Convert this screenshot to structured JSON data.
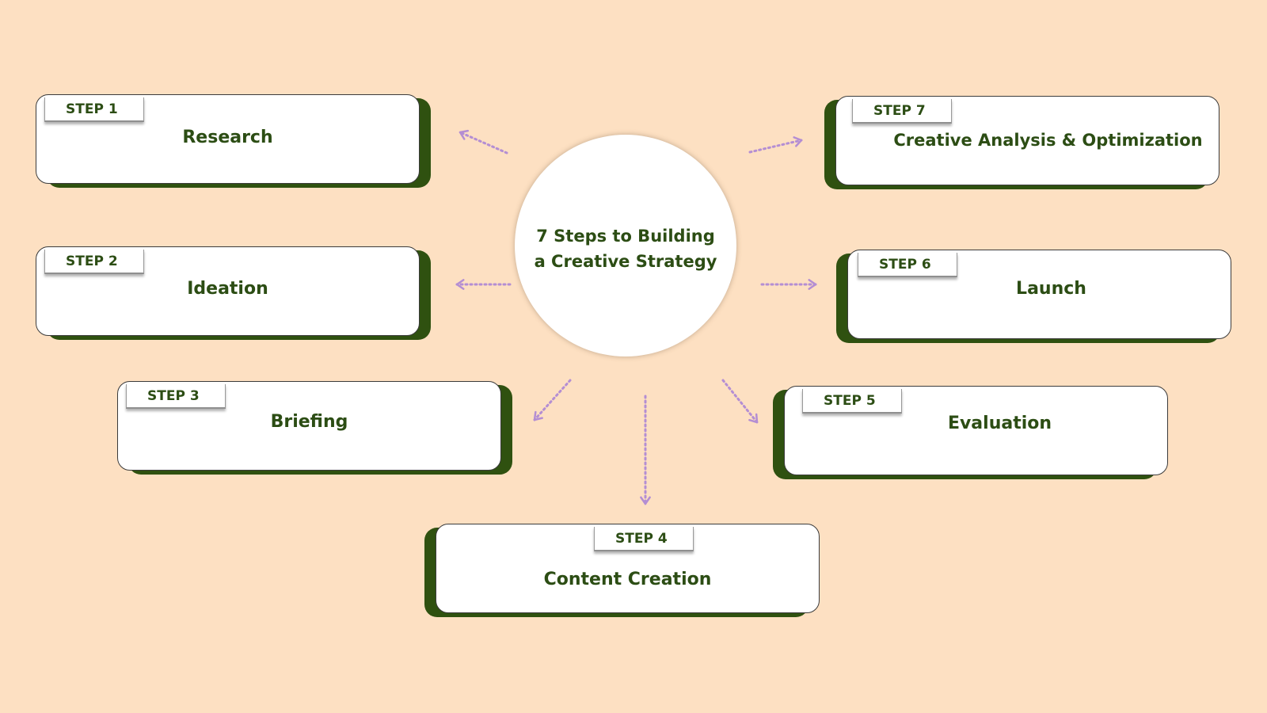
{
  "diagram": {
    "center_title": "7 Steps to Building a Creative Strategy",
    "steps": [
      {
        "number": "STEP 1",
        "title": "Research"
      },
      {
        "number": "STEP 2",
        "title": "Ideation"
      },
      {
        "number": "STEP 3",
        "title": "Briefing"
      },
      {
        "number": "STEP 4",
        "title": "Content Creation"
      },
      {
        "number": "STEP 5",
        "title": "Evaluation"
      },
      {
        "number": "STEP 6",
        "title": "Launch"
      },
      {
        "number": "STEP 7",
        "title": "Creative Analysis & Optimization"
      }
    ]
  },
  "colors": {
    "background": "#fde0c2",
    "card": "#ffffff",
    "card_shadow": "#2f5110",
    "text": "#2c4d14",
    "arrow": "#b48ed3"
  }
}
